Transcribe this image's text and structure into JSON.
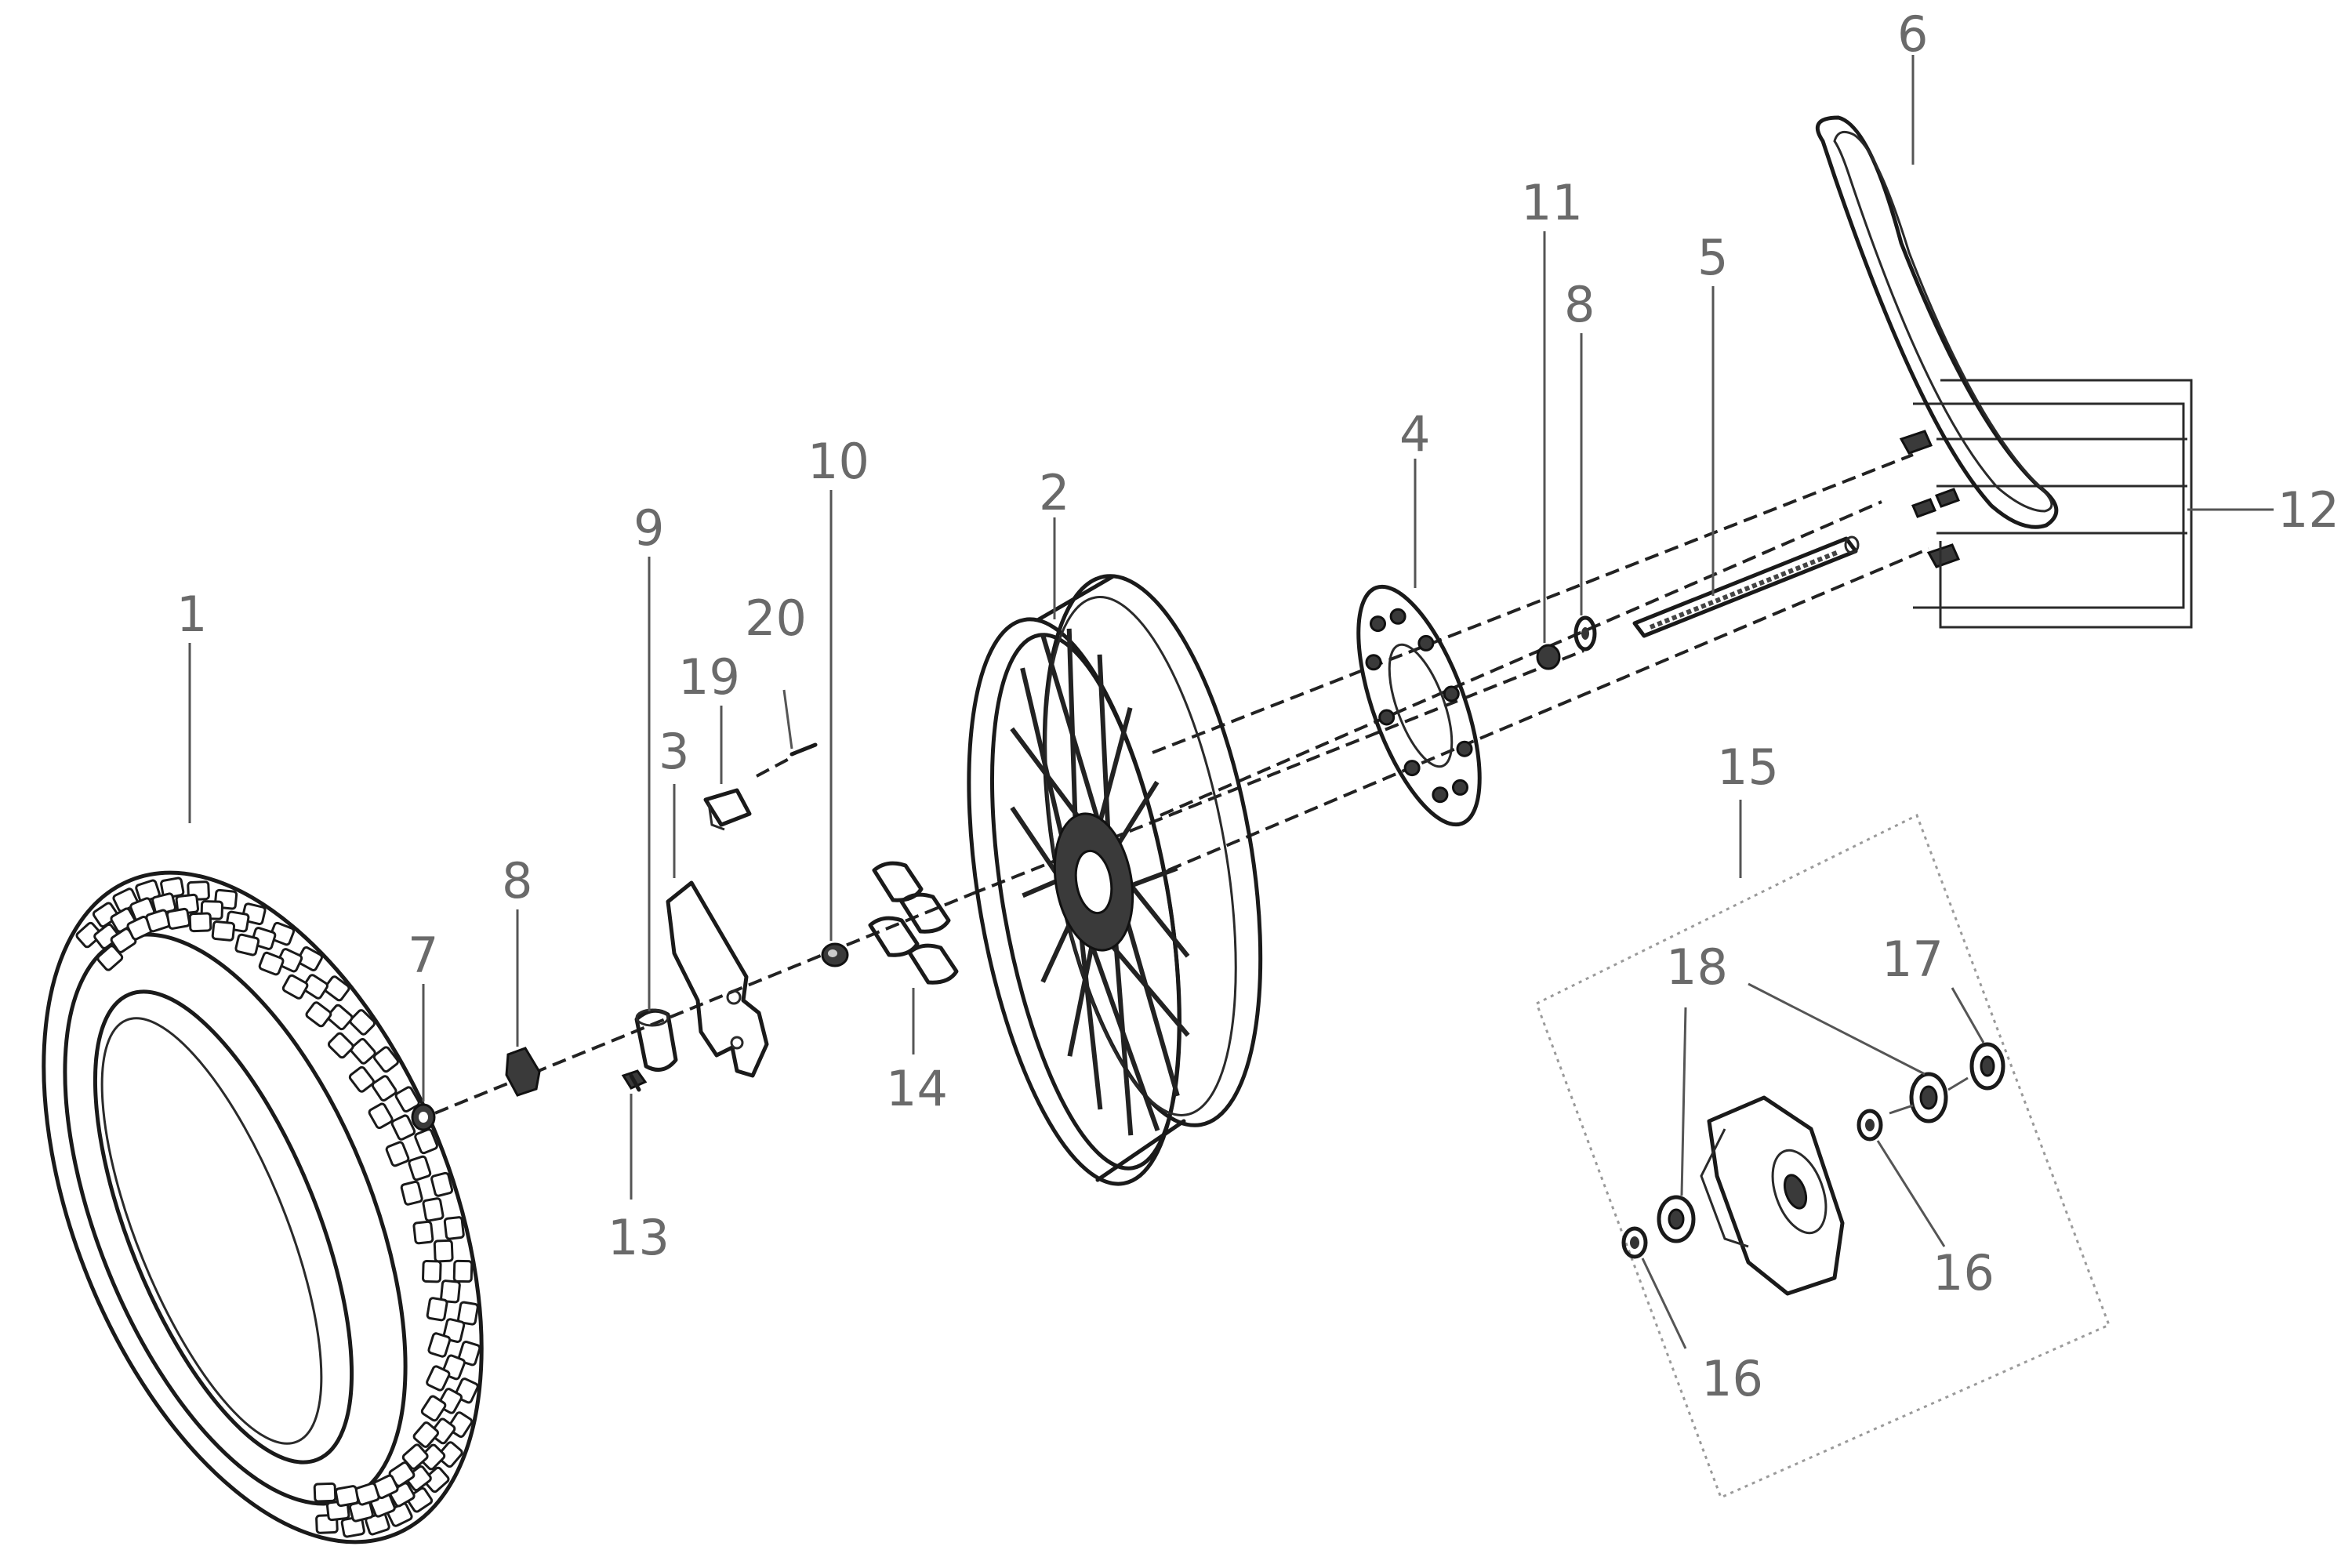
{
  "diagram": {
    "part_labels": {
      "p1": "1",
      "p2": "2",
      "p3": "3",
      "p4": "4",
      "p5": "5",
      "p6": "6",
      "p7": "7",
      "p8a": "8",
      "p8b": "8",
      "p9": "9",
      "p10": "10",
      "p11": "11",
      "p12": "12",
      "p13": "13",
      "p14": "14",
      "p15": "15",
      "p16a": "16",
      "p16b": "16",
      "p17": "17",
      "p18": "18",
      "p19": "19",
      "p20": "20"
    },
    "colors": {
      "line": "#1a1a1a",
      "label": "#6a6a6a",
      "background": "#ffffff"
    }
  }
}
